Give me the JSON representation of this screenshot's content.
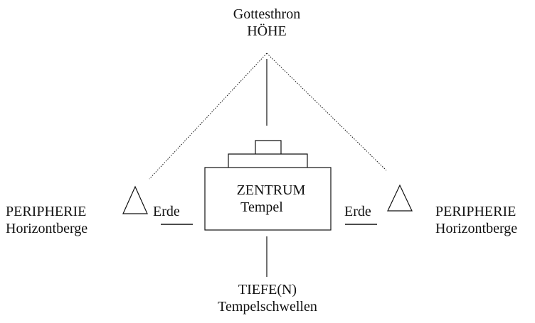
{
  "top": {
    "line1": "Gottesthron",
    "line2": "HÖHE"
  },
  "center": {
    "line1": "ZENTRUM",
    "line2": "Tempel"
  },
  "bottom": {
    "line1": "TIEFE(N)",
    "line2": "Tempelschwellen"
  },
  "left": {
    "line1": "PERIPHERIE",
    "line2": "Horizontberge",
    "earth": "Erde"
  },
  "right": {
    "line1": "PERIPHERIE",
    "line2": "Horizontberge",
    "earth": "Erde"
  }
}
